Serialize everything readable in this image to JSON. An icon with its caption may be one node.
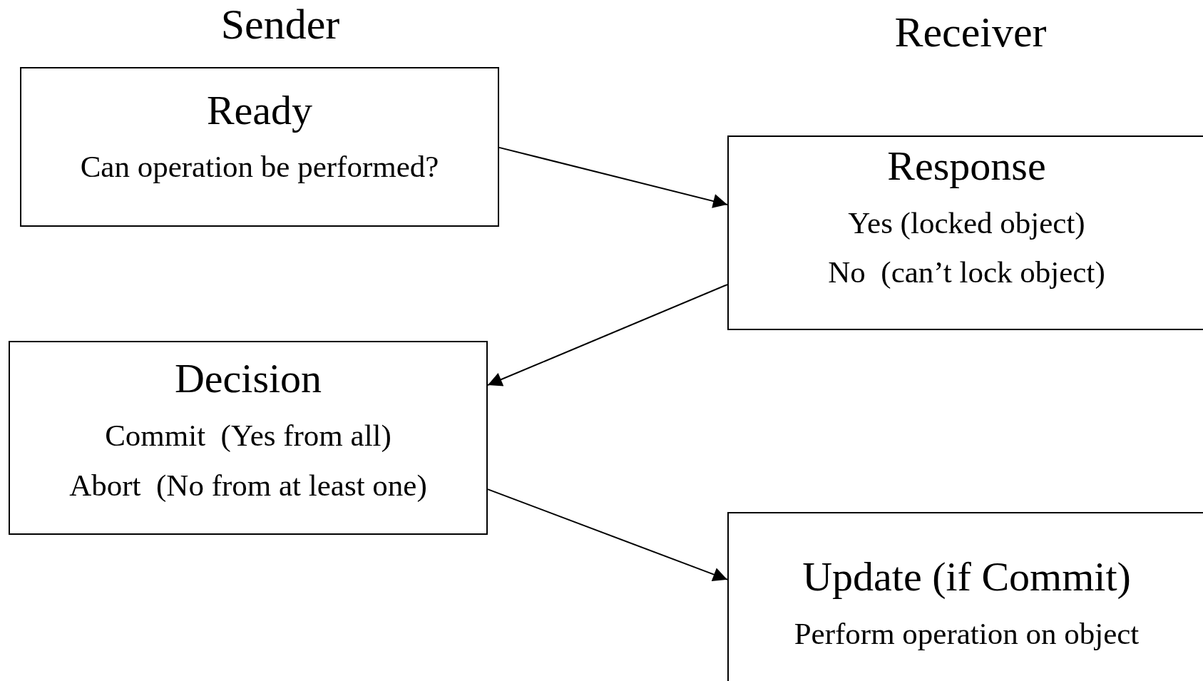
{
  "diagram": {
    "nodes": [
      {
        "text": [
          "Ready",
          "Can operation be performed?"
        ]
      },
      {
        "text": [
          "Response",
          "Yes (locked object)",
          "No  (can’t lock object)"
        ]
      },
      {
        "text": [
          "Decision",
          "Commit  (Yes from all)",
          "Abort  (No from at least one)"
        ]
      },
      {
        "text": [
          "Update (if Commit)",
          "Perform operation on object"
        ]
      }
    ],
    "edges": [
      {
        "from": 0,
        "to": 1,
        "arrow": "to"
      },
      {
        "from": 1,
        "to": 2,
        "arrow": "to"
      },
      {
        "from": 2,
        "to": 3,
        "arrow": "to"
      }
    ],
    "labels": [
      "Sender",
      "Receiver"
    ]
  }
}
